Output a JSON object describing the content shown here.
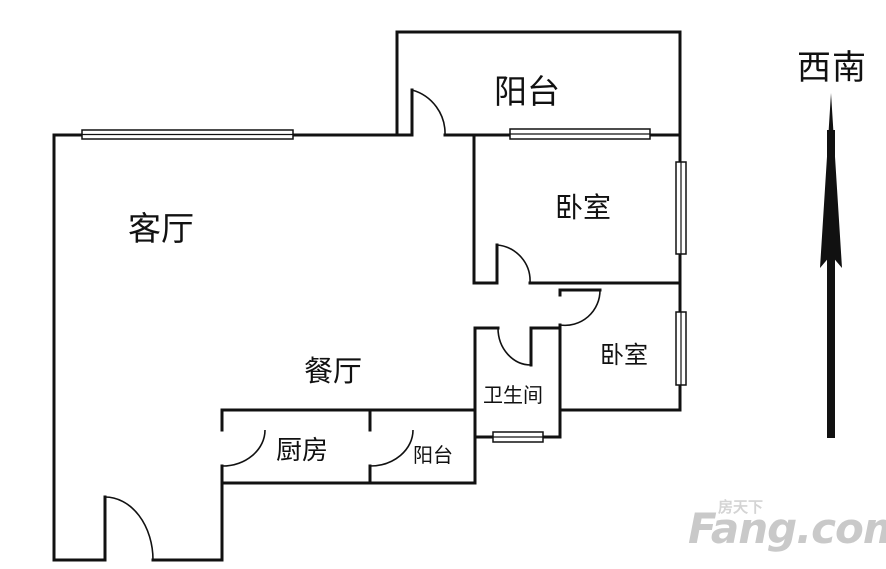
{
  "rooms": {
    "balcony_top": "阳台",
    "living_room": "客厅",
    "bedroom_1": "卧室",
    "bedroom_2": "卧室",
    "dining_room": "餐厅",
    "bathroom": "卫生间",
    "kitchen": "厨房",
    "balcony_small": "阳台"
  },
  "compass": {
    "direction": "西南",
    "icon": "north-arrow-icon"
  },
  "watermark": {
    "sub": "房天下",
    "main": "Fang.com"
  },
  "colors": {
    "line": "#111111",
    "watermark": "#c9c9c9"
  }
}
